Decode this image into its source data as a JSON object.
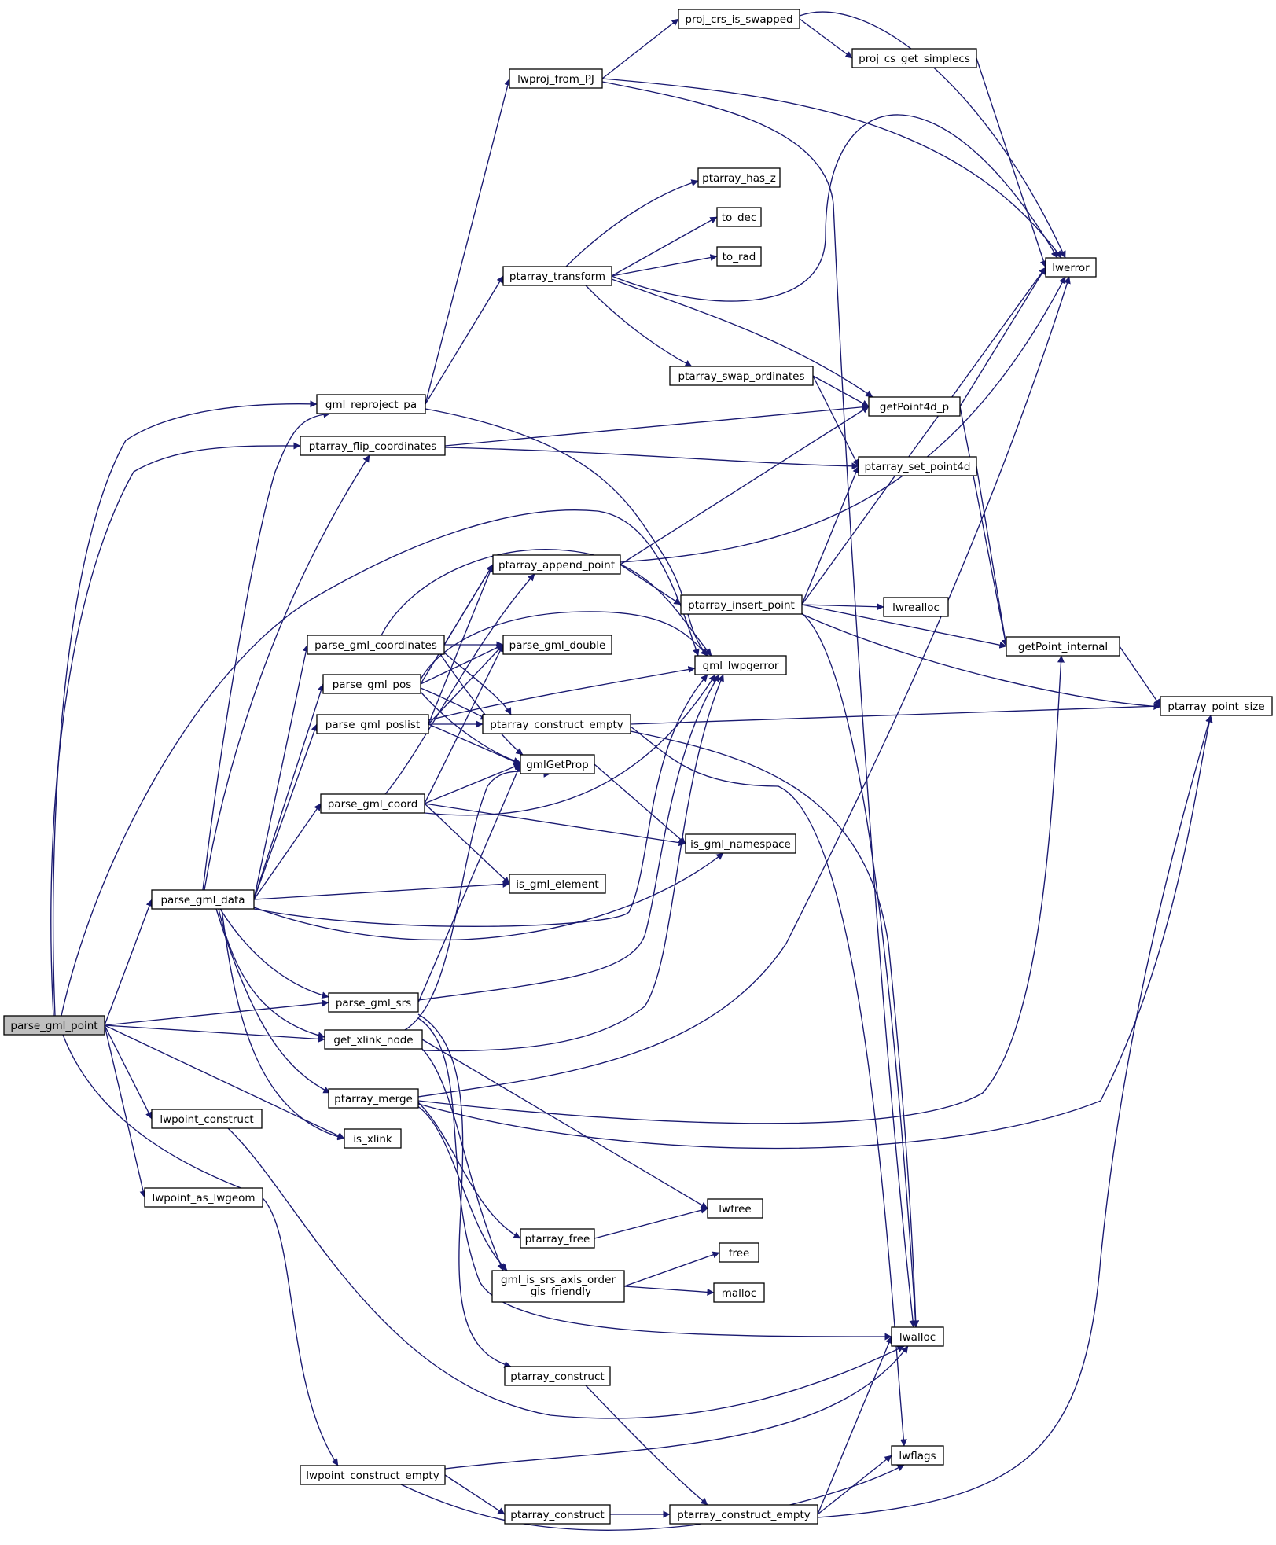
{
  "diagram": {
    "type": "call-graph",
    "root": "parse_gml_point",
    "nodes": [
      {
        "id": "parse_gml_point",
        "label": "parse_gml_point"
      },
      {
        "id": "parse_gml_data",
        "label": "parse_gml_data"
      },
      {
        "id": "gml_reproject_pa",
        "label": "gml_reproject_pa"
      },
      {
        "id": "ptarray_flip_coordinates",
        "label": "ptarray_flip_coordinates"
      },
      {
        "id": "parse_gml_coordinates",
        "label": "parse_gml_coordinates"
      },
      {
        "id": "parse_gml_pos",
        "label": "parse_gml_pos"
      },
      {
        "id": "parse_gml_poslist",
        "label": "parse_gml_poslist"
      },
      {
        "id": "parse_gml_coord",
        "label": "parse_gml_coord"
      },
      {
        "id": "parse_gml_srs",
        "label": "parse_gml_srs"
      },
      {
        "id": "get_xlink_node",
        "label": "get_xlink_node"
      },
      {
        "id": "ptarray_merge",
        "label": "ptarray_merge"
      },
      {
        "id": "is_xlink",
        "label": "is_xlink"
      },
      {
        "id": "lwpoint_construct",
        "label": "lwpoint_construct"
      },
      {
        "id": "lwpoint_as_lwgeom",
        "label": "lwpoint_as_lwgeom"
      },
      {
        "id": "lwpoint_construct_empty",
        "label": "lwpoint_construct_empty"
      },
      {
        "id": "lwproj_from_PJ",
        "label": "lwproj_from_PJ"
      },
      {
        "id": "ptarray_transform",
        "label": "ptarray_transform"
      },
      {
        "id": "ptarray_append_point",
        "label": "ptarray_append_point"
      },
      {
        "id": "parse_gml_double",
        "label": "parse_gml_double"
      },
      {
        "id": "ptarray_construct_empty_1",
        "label": "ptarray_construct_empty"
      },
      {
        "id": "gmlGetProp",
        "label": "gmlGetProp"
      },
      {
        "id": "is_gml_element",
        "label": "is_gml_element"
      },
      {
        "id": "ptarray_free",
        "label": "ptarray_free"
      },
      {
        "id": "gml_is_srs_axis_order_gis_friendly",
        "label": "gml_is_srs_axis_order\n_gis_friendly"
      },
      {
        "id": "ptarray_construct_1",
        "label": "ptarray_construct"
      },
      {
        "id": "ptarray_construct_2",
        "label": "ptarray_construct"
      },
      {
        "id": "proj_crs_is_swapped",
        "label": "proj_crs_is_swapped"
      },
      {
        "id": "ptarray_has_z",
        "label": "ptarray_has_z"
      },
      {
        "id": "to_dec",
        "label": "to_dec"
      },
      {
        "id": "to_rad",
        "label": "to_rad"
      },
      {
        "id": "ptarray_swap_ordinates",
        "label": "ptarray_swap_ordinates"
      },
      {
        "id": "ptarray_insert_point",
        "label": "ptarray_insert_point"
      },
      {
        "id": "gml_lwpgerror",
        "label": "gml_lwpgerror"
      },
      {
        "id": "is_gml_namespace",
        "label": "is_gml_namespace"
      },
      {
        "id": "lwfree",
        "label": "lwfree"
      },
      {
        "id": "free",
        "label": "free"
      },
      {
        "id": "malloc",
        "label": "malloc"
      },
      {
        "id": "ptarray_construct_empty_2",
        "label": "ptarray_construct_empty"
      },
      {
        "id": "proj_cs_get_simplecs",
        "label": "proj_cs_get_simplecs"
      },
      {
        "id": "getPoint4d_p",
        "label": "getPoint4d_p"
      },
      {
        "id": "ptarray_set_point4d",
        "label": "ptarray_set_point4d"
      },
      {
        "id": "lwrealloc",
        "label": "lwrealloc"
      },
      {
        "id": "lwalloc",
        "label": "lwalloc"
      },
      {
        "id": "lwflags",
        "label": "lwflags"
      },
      {
        "id": "lwerror",
        "label": "lwerror"
      },
      {
        "id": "getPoint_internal",
        "label": "getPoint_internal"
      },
      {
        "id": "ptarray_point_size",
        "label": "ptarray_point_size"
      }
    ],
    "edges": [
      [
        "parse_gml_point",
        "gml_reproject_pa"
      ],
      [
        "parse_gml_point",
        "ptarray_flip_coordinates"
      ],
      [
        "parse_gml_point",
        "gml_lwpgerror"
      ],
      [
        "parse_gml_point",
        "parse_gml_data"
      ],
      [
        "parse_gml_point",
        "parse_gml_srs"
      ],
      [
        "parse_gml_point",
        "get_xlink_node"
      ],
      [
        "parse_gml_point",
        "is_xlink"
      ],
      [
        "parse_gml_point",
        "lwpoint_construct"
      ],
      [
        "parse_gml_point",
        "lwpoint_as_lwgeom"
      ],
      [
        "parse_gml_point",
        "lwpoint_construct_empty"
      ],
      [
        "parse_gml_data",
        "gml_reproject_pa"
      ],
      [
        "parse_gml_data",
        "ptarray_flip_coordinates"
      ],
      [
        "parse_gml_data",
        "parse_gml_coordinates"
      ],
      [
        "parse_gml_data",
        "parse_gml_pos"
      ],
      [
        "parse_gml_data",
        "parse_gml_poslist"
      ],
      [
        "parse_gml_data",
        "parse_gml_coord"
      ],
      [
        "parse_gml_data",
        "is_gml_element"
      ],
      [
        "parse_gml_data",
        "gml_lwpgerror"
      ],
      [
        "parse_gml_data",
        "is_gml_namespace"
      ],
      [
        "parse_gml_data",
        "parse_gml_srs"
      ],
      [
        "parse_gml_data",
        "get_xlink_node"
      ],
      [
        "parse_gml_data",
        "ptarray_merge"
      ],
      [
        "parse_gml_data",
        "is_xlink"
      ],
      [
        "gml_reproject_pa",
        "lwproj_from_PJ"
      ],
      [
        "gml_reproject_pa",
        "ptarray_transform"
      ],
      [
        "gml_reproject_pa",
        "gml_lwpgerror"
      ],
      [
        "ptarray_flip_coordinates",
        "getPoint4d_p"
      ],
      [
        "ptarray_flip_coordinates",
        "ptarray_set_point4d"
      ],
      [
        "parse_gml_coordinates",
        "gml_lwpgerror"
      ],
      [
        "parse_gml_coordinates",
        "ptarray_append_point"
      ],
      [
        "parse_gml_coordinates",
        "parse_gml_double"
      ],
      [
        "parse_gml_coordinates",
        "ptarray_construct_empty_1"
      ],
      [
        "parse_gml_coordinates",
        "gmlGetProp"
      ],
      [
        "parse_gml_pos",
        "ptarray_append_point"
      ],
      [
        "parse_gml_pos",
        "parse_gml_double"
      ],
      [
        "parse_gml_pos",
        "gml_lwpgerror"
      ],
      [
        "parse_gml_pos",
        "ptarray_construct_empty_1"
      ],
      [
        "parse_gml_pos",
        "gmlGetProp"
      ],
      [
        "parse_gml_poslist",
        "ptarray_append_point"
      ],
      [
        "parse_gml_poslist",
        "parse_gml_double"
      ],
      [
        "parse_gml_poslist",
        "gml_lwpgerror"
      ],
      [
        "parse_gml_poslist",
        "ptarray_construct_empty_1"
      ],
      [
        "parse_gml_poslist",
        "gmlGetProp"
      ],
      [
        "parse_gml_coord",
        "ptarray_append_point"
      ],
      [
        "parse_gml_coord",
        "parse_gml_double"
      ],
      [
        "parse_gml_coord",
        "gml_lwpgerror"
      ],
      [
        "parse_gml_coord",
        "gmlGetProp"
      ],
      [
        "parse_gml_coord",
        "is_gml_namespace"
      ],
      [
        "parse_gml_coord",
        "is_gml_element"
      ],
      [
        "parse_gml_srs",
        "gmlGetProp"
      ],
      [
        "parse_gml_srs",
        "gml_lwpgerror"
      ],
      [
        "parse_gml_srs",
        "lwalloc"
      ],
      [
        "parse_gml_srs",
        "ptarray_construct_1"
      ],
      [
        "get_xlink_node",
        "gmlGetProp"
      ],
      [
        "get_xlink_node",
        "gml_lwpgerror"
      ],
      [
        "get_xlink_node",
        "lwfree"
      ],
      [
        "get_xlink_node",
        "gml_is_srs_axis_order_gis_friendly"
      ],
      [
        "ptarray_merge",
        "lwerror"
      ],
      [
        "ptarray_merge",
        "getPoint_internal"
      ],
      [
        "ptarray_merge",
        "ptarray_point_size"
      ],
      [
        "ptarray_merge",
        "ptarray_free"
      ],
      [
        "ptarray_merge",
        "gml_is_srs_axis_order_gis_friendly"
      ],
      [
        "lwpoint_construct",
        "lwalloc"
      ],
      [
        "lwpoint_construct_empty",
        "lwalloc"
      ],
      [
        "lwpoint_construct_empty",
        "ptarray_construct_2"
      ],
      [
        "lwpoint_construct_empty",
        "lwflags"
      ],
      [
        "ptarray_construct_2",
        "ptarray_construct_empty_2"
      ],
      [
        "ptarray_construct_1",
        "ptarray_construct_empty_2"
      ],
      [
        "lwproj_from_PJ",
        "proj_crs_is_swapped"
      ],
      [
        "lwproj_from_PJ",
        "lwerror"
      ],
      [
        "lwproj_from_PJ",
        "lwalloc"
      ],
      [
        "proj_crs_is_swapped",
        "proj_cs_get_simplecs"
      ],
      [
        "proj_crs_is_swapped",
        "lwerror"
      ],
      [
        "proj_cs_get_simplecs",
        "lwerror"
      ],
      [
        "ptarray_transform",
        "ptarray_has_z"
      ],
      [
        "ptarray_transform",
        "to_dec"
      ],
      [
        "ptarray_transform",
        "to_rad"
      ],
      [
        "ptarray_transform",
        "lwerror"
      ],
      [
        "ptarray_transform",
        "ptarray_swap_ordinates"
      ],
      [
        "ptarray_transform",
        "getPoint4d_p"
      ],
      [
        "ptarray_swap_ordinates",
        "getPoint4d_p"
      ],
      [
        "ptarray_swap_ordinates",
        "ptarray_set_point4d"
      ],
      [
        "ptarray_append_point",
        "getPoint4d_p"
      ],
      [
        "ptarray_append_point",
        "ptarray_insert_point"
      ],
      [
        "ptarray_append_point",
        "lwerror"
      ],
      [
        "ptarray_insert_point",
        "ptarray_set_point4d"
      ],
      [
        "ptarray_insert_point",
        "lwerror"
      ],
      [
        "ptarray_insert_point",
        "lwrealloc"
      ],
      [
        "ptarray_insert_point",
        "getPoint_internal"
      ],
      [
        "ptarray_insert_point",
        "ptarray_point_size"
      ],
      [
        "ptarray_insert_point",
        "lwalloc"
      ],
      [
        "ptarray_construct_empty_1",
        "ptarray_point_size"
      ],
      [
        "ptarray_construct_empty_1",
        "lwalloc"
      ],
      [
        "ptarray_construct_empty_1",
        "lwflags"
      ],
      [
        "ptarray_construct_empty_2",
        "lwalloc"
      ],
      [
        "ptarray_construct_empty_2",
        "lwflags"
      ],
      [
        "ptarray_construct_empty_2",
        "ptarray_point_size"
      ],
      [
        "gmlGetProp",
        "is_gml_namespace"
      ],
      [
        "ptarray_free",
        "lwfree"
      ],
      [
        "gml_is_srs_axis_order_gis_friendly",
        "free"
      ],
      [
        "gml_is_srs_axis_order_gis_friendly",
        "malloc"
      ],
      [
        "getPoint4d_p",
        "lwerror"
      ],
      [
        "getPoint4d_p",
        "getPoint_internal"
      ],
      [
        "ptarray_set_point4d",
        "getPoint_internal"
      ],
      [
        "getPoint_internal",
        "ptarray_point_size"
      ]
    ],
    "colors": {
      "edge": "#191970",
      "node_border": "#000000",
      "node_fill": "#ffffff",
      "root_fill": "#bfbfbf"
    }
  }
}
